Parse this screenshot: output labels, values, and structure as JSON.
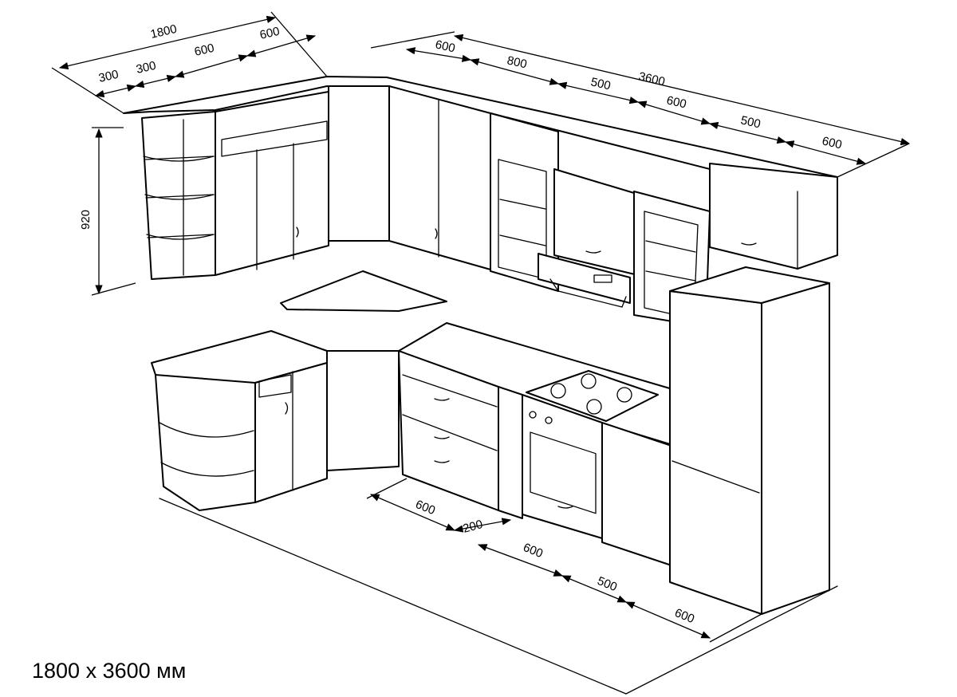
{
  "caption": "1800 x 3600 мм",
  "dimensions": {
    "upper_left_total": "1800",
    "upper_left_a": "300",
    "upper_left_b": "300",
    "upper_left_c": "600",
    "upper_left_d": "600",
    "upper_right_total": "3600",
    "upper_right_a": "600",
    "upper_right_b": "800",
    "upper_right_c": "500",
    "upper_right_d": "600",
    "upper_right_e": "500",
    "upper_right_f": "600",
    "height": "920",
    "floor_a": "600",
    "floor_b": "200",
    "floor_c": "600",
    "floor_d": "500",
    "floor_e": "600"
  }
}
